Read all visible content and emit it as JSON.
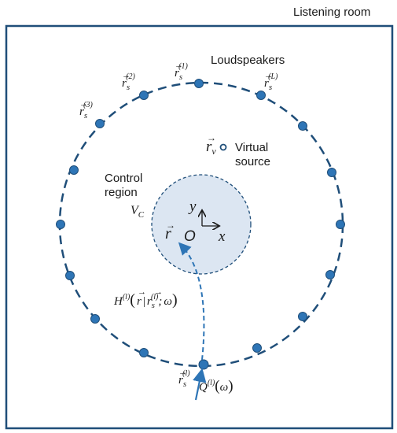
{
  "room": {
    "label": "Listening room"
  },
  "loudspeakers": {
    "label": "Loudspeakers"
  },
  "speaker_labels": {
    "s1": "r_s^(1)",
    "s2": "r_s^(2)",
    "s3": "r_s^(3)",
    "sL": "r_s^(L)",
    "sl": "r_s^(l)"
  },
  "virtual_source": {
    "symbol": "r_v",
    "label_line1": "Virtual",
    "label_line2": "source"
  },
  "control_region": {
    "label_line1": "Control",
    "label_line2": "region",
    "symbol": "V_C",
    "point_symbol": "r",
    "origin": "O",
    "axis_x": "x",
    "axis_y": "y"
  },
  "transfer_function": {
    "text": "H^(l)(r | r_s^(l); ω)"
  },
  "driving_signal": {
    "text": "Q^(l)(ω)"
  },
  "colors": {
    "room_border": "#1f4e79",
    "speaker": "#2e75b6",
    "speaker_edge": "#1f4e79",
    "circle_dash": "#1f4e79",
    "region_fill": "#dce6f2",
    "arrow": "#2e75b6"
  }
}
